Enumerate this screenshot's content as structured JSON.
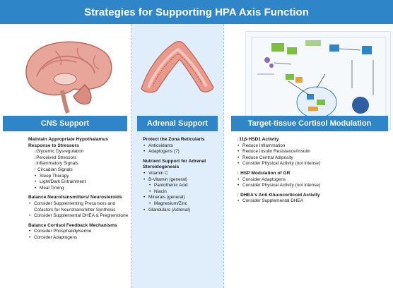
{
  "title": "Strategies for Supporting HPA Axis Function",
  "cns": {
    "header": "CNS Support",
    "sections": [
      {
        "heading": "Maintain Appropriate Hypothalamus Response to Stressors",
        "items": [
          {
            "text": "↓Glycemic Dysregulation",
            "level": 1
          },
          {
            "text": "↓Perceived Stressors",
            "level": 1
          },
          {
            "text": "↓Inflammatory Signals",
            "level": 1
          },
          {
            "text": "↑ Circadian Signals",
            "level": 1
          },
          {
            "text": "Sleep Therapy",
            "level": 2
          },
          {
            "text": "Light/Dark Entrainment",
            "level": 2
          },
          {
            "text": "Meal Timing",
            "level": 2
          }
        ]
      },
      {
        "heading": "Balance Neurotransmitters/ Neurosteroids",
        "items": [
          {
            "text": "Consider Supplementing Precursors and Cofactors for Neurotransmitter Synthesis",
            "level": 1
          },
          {
            "text": "Consider Supplemental DHEA & Pregnenolone",
            "level": 1
          }
        ]
      },
      {
        "heading": "Balance Cortisol Feedback Mechanisms",
        "items": [
          {
            "text": "Consider Phosphatidylserine",
            "level": 1
          },
          {
            "text": "Consider Adaptogens",
            "level": 1
          }
        ]
      }
    ]
  },
  "adrenal": {
    "header": "Adrenal Support",
    "sections": [
      {
        "heading": "Protect the Zona Reticularis",
        "items": [
          {
            "text": "Antioxidants",
            "level": 1
          },
          {
            "text": "Adaptogens (?)",
            "level": 1
          }
        ]
      },
      {
        "heading": "Nutrient Support for Adrenal Steroidogenesis",
        "items": [
          {
            "text": "Vitamin C",
            "level": 1
          },
          {
            "text": "B-Vitamin (general)",
            "level": 1
          },
          {
            "text": "Pantothenic Acid",
            "level": 2
          },
          {
            "text": "Niacin",
            "level": 2
          },
          {
            "text": "Minerals (general)",
            "level": 1
          },
          {
            "text": "Magnesium/Zinc",
            "level": 2
          },
          {
            "text": "Glandulars (Adrenal)",
            "level": 1
          }
        ]
      }
    ]
  },
  "target": {
    "header": "Target-tissue Cortisol Modulation",
    "sections": [
      {
        "heading": "↓11β-HSD1 Activity",
        "items": [
          {
            "text": "Reduce Inflammation",
            "level": 1
          },
          {
            "text": "Reduce Insulin Resistance/Insulin",
            "level": 1
          },
          {
            "text": "Reduce Central Adiposity",
            "level": 1
          },
          {
            "text": "Consider Physical Activity (not intense)",
            "level": 1
          }
        ]
      },
      {
        "heading": "↑ HSP Modulation of GR",
        "items": [
          {
            "text": "Consider Adaptogens",
            "level": 1
          },
          {
            "text": "Consider Physical Activity (not intense)",
            "level": 1
          }
        ]
      },
      {
        "heading": "↑ DHEA's Anti-Glucocorticoid Activity",
        "items": [
          {
            "text": "Consider Supplemental DHEA",
            "level": 1
          }
        ]
      }
    ]
  },
  "colors": {
    "accent": "#2e86c8",
    "adrenal_bg": "#dfeefa"
  }
}
